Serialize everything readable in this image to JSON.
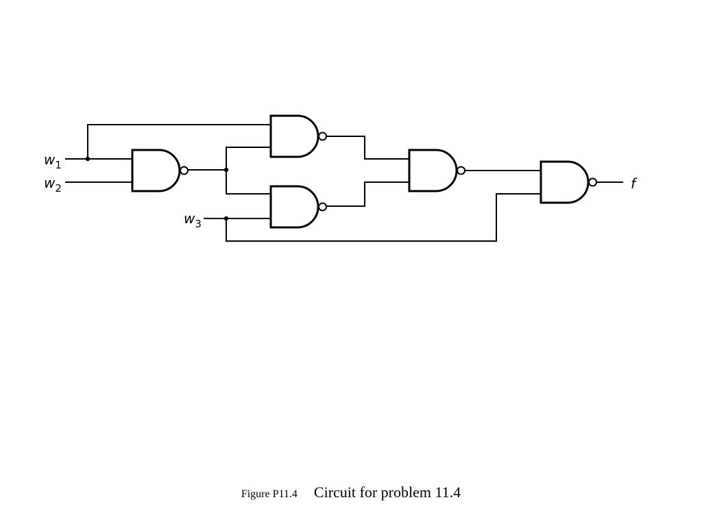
{
  "diagram": {
    "inputs": [
      {
        "id": "w1",
        "base": "w",
        "sub": "1"
      },
      {
        "id": "w2",
        "base": "w",
        "sub": "2"
      },
      {
        "id": "w3",
        "base": "w",
        "sub": "3"
      }
    ],
    "output": {
      "id": "f",
      "label": "f"
    },
    "gates": [
      {
        "id": "g1",
        "type": "NAND",
        "inputs": [
          "w1",
          "w2"
        ]
      },
      {
        "id": "g2",
        "type": "NAND",
        "inputs": [
          "w1",
          "g1"
        ]
      },
      {
        "id": "g3",
        "type": "NAND",
        "inputs": [
          "g1",
          "w3"
        ]
      },
      {
        "id": "g4",
        "type": "NAND",
        "inputs": [
          "g2",
          "g3"
        ]
      },
      {
        "id": "g5",
        "type": "NAND",
        "inputs": [
          "g4",
          "w3"
        ]
      }
    ],
    "output_gate": "g5",
    "colors": {
      "line": "#000000",
      "background": "#ffffff"
    }
  },
  "caption": {
    "figure_number": "Figure P11.4",
    "title": "Circuit for problem 11.4"
  }
}
